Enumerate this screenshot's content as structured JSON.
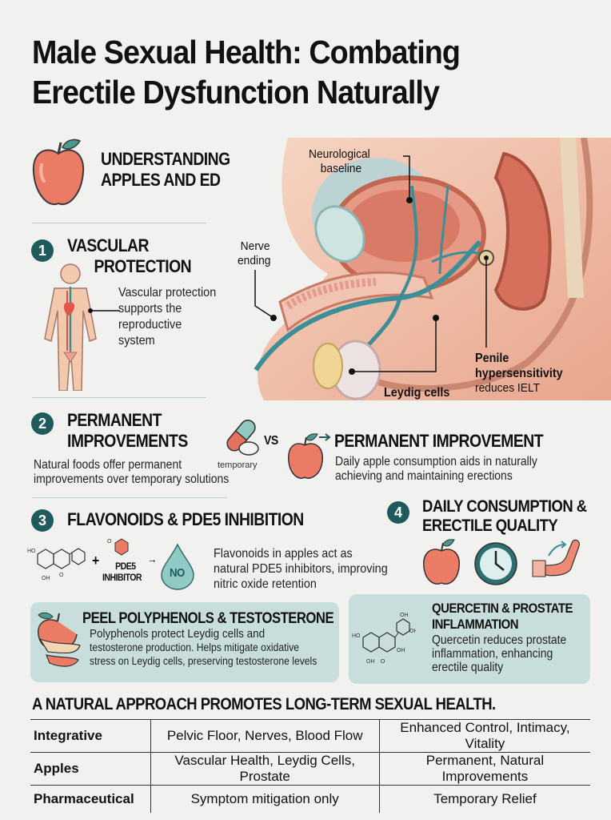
{
  "header": {
    "title_line1": "Male Sexual Health: Combating",
    "title_line2": "Erectile Dysfunction Naturally"
  },
  "intro": {
    "icon": "apple-icon",
    "heading_line1": "UNDERSTANDING",
    "heading_line2": "APPLES AND ED"
  },
  "anatomy": {
    "labels": {
      "neurological": "Neurological baseline",
      "neurological_l1": "Neurological",
      "neurological_l2": "baseline",
      "nerve_l1": "Nerve",
      "nerve_l2": "ending",
      "leydig": "Leydig cells",
      "penile_l1": "Penile",
      "penile_l2": "hypersensitivity",
      "penile_l3": "reduces IELT"
    }
  },
  "sections": [
    {
      "number": "1",
      "heading_line1": "VASCULAR",
      "heading_line2": "PROTECTION",
      "text_lines": [
        "Vascular protection",
        "supports the",
        "reproductive",
        "system"
      ],
      "icon": "human-body-vascular-icon"
    },
    {
      "number": "2",
      "heading_line1": "PERMANENT",
      "heading_line2": "IMPROVEMENTS",
      "text_line1": "Natural foods offer permanent",
      "text_line2": "improvements over temporary solutions",
      "pill_caption": "temporary",
      "vs": "VS",
      "right_heading": "PERMANENT IMPROVEMENT",
      "right_text_line1": "Daily apple consumption aids in naturally",
      "right_text_line2": "achieving and maintaining erections"
    },
    {
      "number": "3",
      "heading": "FLAVONOIDS & PDE5 INHIBITION",
      "inhibitor_line1": "PDE5",
      "inhibitor_line2": "INHIBITOR",
      "no_drop": "NO",
      "plus": "+",
      "arrow": "→",
      "text_lines": [
        "Flavonoids in apples act as",
        "natural PDE5 inhibitors, improving",
        "nitric oxide retention"
      ]
    },
    {
      "number": "4",
      "heading_line1": "DAILY CONSUMPTION &",
      "heading_line2": "ERECTILE QUALITY",
      "icons": [
        "apple-icon",
        "clock-icon",
        "erection-arrow-icon"
      ]
    }
  ],
  "panels": {
    "peel": {
      "heading": "PEEL POLYPHENOLS & TESTOSTERONE",
      "text_line1": "Polyphenols protect Leydig cells and",
      "text_line2": "testosterone production. Helps mitigate oxidative",
      "text_line3": "stress on Leydig cells, preserving testosterone levels"
    },
    "quercetin": {
      "heading_line1": "QUERCETIN & PROSTATE",
      "heading_line2": "INFLAMMATION",
      "text_lines": [
        "Quercetin reduces prostate",
        "inflammation, enhancing",
        "erectile quality"
      ]
    }
  },
  "footer": {
    "headline": "A NATURAL APPROACH PROMOTES LONG-TERM SEXUAL HEALTH.",
    "table": [
      [
        "Integrative",
        "Pelvic Floor, Nerves, Blood Flow",
        "Enhanced Control, Intimacy, Vitality"
      ],
      [
        "Apples",
        "Vascular Health, Leydig Cells, Prostate",
        "Permanent, Natural Improvements"
      ],
      [
        "Pharmaceutical",
        "Symptom mitigation only",
        "Temporary Relief"
      ]
    ]
  },
  "colors": {
    "background": "#f1f2f0",
    "badge": "#1e5a5e",
    "panel": "#c7dedd",
    "apple": "#e8735f",
    "leaf": "#4b9a8e",
    "vein": "#3c8f97"
  }
}
